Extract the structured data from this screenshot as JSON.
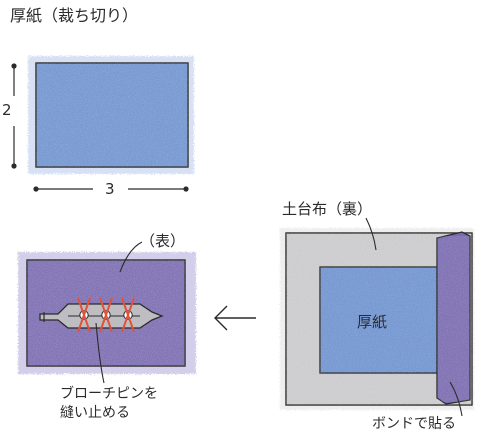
{
  "title": "厚紙（裁ち切り）",
  "dimensions": {
    "height": "2",
    "width": "3"
  },
  "labels": {
    "front": "（表）",
    "base_cloth_back": "土台布（裏）",
    "cardboard": "厚紙",
    "brooch_pin": [
      "ブローチピンを",
      "縫い止める"
    ],
    "glue": "ボンドで貼る"
  },
  "colors": {
    "cardboard_blue": "#6f93cf",
    "cloth_purple": "#7a6bb0",
    "cloth_gray": "#c9c9cb",
    "thread_red": "#e0523a",
    "line": "#2b2b2b"
  },
  "icons": {
    "arrow": "arrow-left-icon"
  }
}
